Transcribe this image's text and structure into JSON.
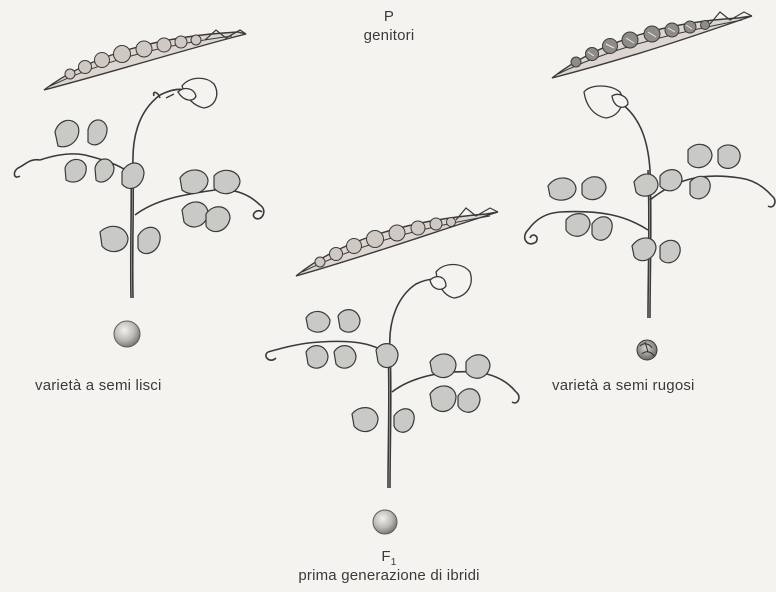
{
  "parents": {
    "generation_symbol": "P",
    "generation_label": "genitori"
  },
  "left_plant": {
    "label": "varietà a semi lisci",
    "seed_type": "smooth",
    "pod_peas": 8
  },
  "right_plant": {
    "label": "varietà a semi rugosi",
    "seed_type": "wrinkled",
    "pod_peas": 8
  },
  "hybrid_plant": {
    "generation_symbol": "F",
    "generation_subscript": "1",
    "generation_label": "prima generazione di ibridi",
    "seed_type": "smooth",
    "pod_peas": 8
  },
  "colors": {
    "background": "#f4f3ef",
    "line": "#3a3a3a",
    "pod_fill": "#ddd6d0",
    "pea_fill": "#cfc9c4",
    "leaf_fill": "#c9c9c6"
  }
}
